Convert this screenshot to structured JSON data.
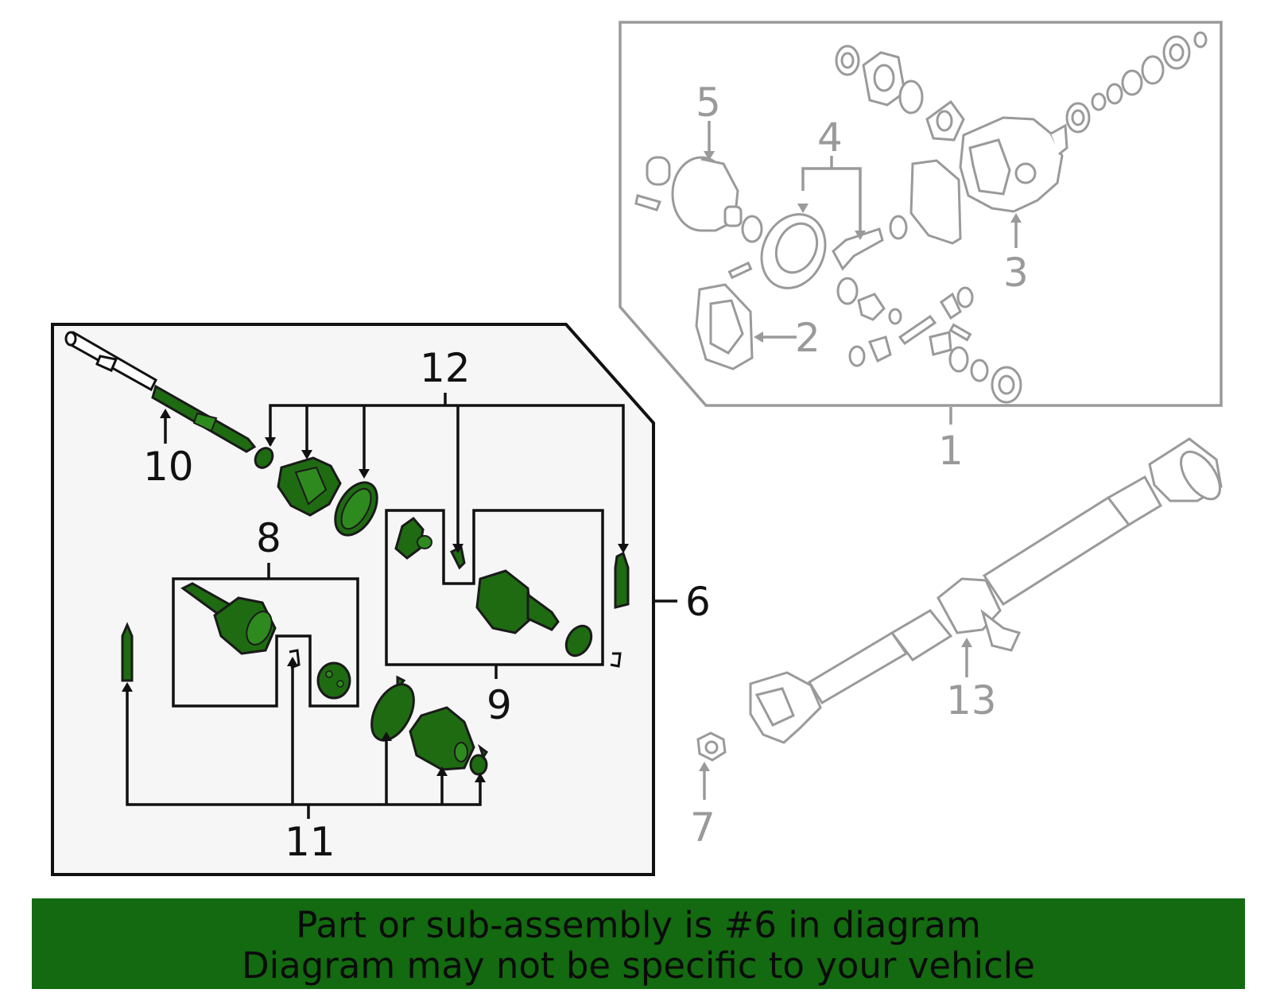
{
  "callouts": {
    "c1": "1",
    "c2": "2",
    "c3": "3",
    "c4": "4",
    "c5": "5",
    "c6": "6",
    "c7": "7",
    "c8": "8",
    "c9": "9",
    "c10": "10",
    "c11": "11",
    "c12": "12",
    "c13": "13"
  },
  "banner": {
    "line1": "Part or sub-assembly is #6 in diagram",
    "line2": "Diagram may not be specific to your vehicle"
  },
  "colors": {
    "highlight": "#1f6b12",
    "banner": "#136a10",
    "reference_parts": "#9a9a9a"
  }
}
